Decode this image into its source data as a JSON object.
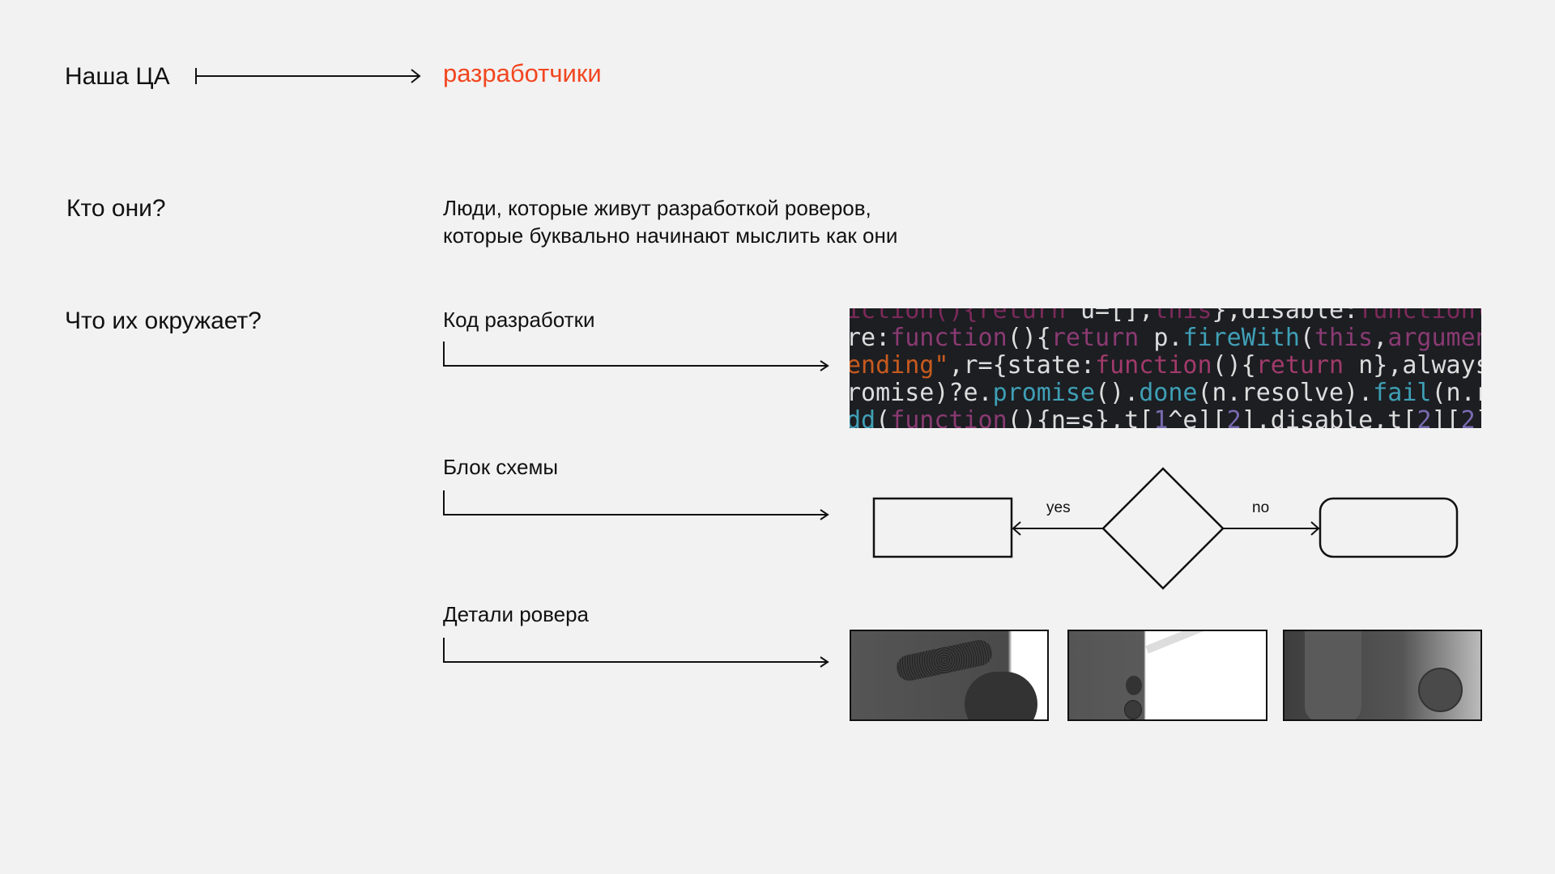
{
  "audience": {
    "label": "Наша ЦА",
    "value": "разработчики",
    "accent_color": "#f2461f"
  },
  "who": {
    "label": "Кто они?",
    "lines": [
      "Люди, которые живут разработкой роверов,",
      "которые буквально начинают мыслить как они"
    ]
  },
  "surround": {
    "label": "Что их окружает?",
    "items": [
      {
        "label": "Код разработки"
      },
      {
        "label": "Блок схемы"
      },
      {
        "label": "Детали ровера"
      }
    ]
  },
  "code_lines": [
    [
      [
        "#7b2a5a",
        "iction(){return "
      ],
      [
        "#ddd",
        "u=[],"
      ],
      [
        "#7b2a5a",
        "this"
      ],
      [
        "#ddd",
        "},disable:"
      ],
      [
        "#7b2a5a",
        "function()"
      ]
    ],
    [
      [
        "#ddd",
        "re:"
      ],
      [
        "#8a3a72",
        "function"
      ],
      [
        "#ddd",
        "(){"
      ],
      [
        "#8a3a72",
        "return "
      ],
      [
        "#ddd",
        "p."
      ],
      [
        "#3f9fb5",
        "fireWith"
      ],
      [
        "#ddd",
        "("
      ],
      [
        "#8a3a72",
        "this"
      ],
      [
        "#ddd",
        ","
      ],
      [
        "#8a3a72",
        "arguments"
      ]
    ],
    [
      [
        "#c85a1e",
        "ending\""
      ],
      [
        "#ddd",
        ",r={state:"
      ],
      [
        "#a03a6a",
        "function"
      ],
      [
        "#ddd",
        "(){"
      ],
      [
        "#a03a6a",
        "return "
      ],
      [
        "#ddd",
        "n},always:"
      ]
    ],
    [
      [
        "#ddd",
        "romise)?e."
      ],
      [
        "#3f9fb5",
        "promise"
      ],
      [
        "#ddd",
        "()."
      ],
      [
        "#3f9fb5",
        "done"
      ],
      [
        "#ddd",
        "(n.resolve)."
      ],
      [
        "#3f9fb5",
        "fail"
      ],
      [
        "#ddd",
        "(n.re"
      ]
    ],
    [
      [
        "#3f9fb5",
        "dd"
      ],
      [
        "#ddd",
        "("
      ],
      [
        "#8a3a72",
        "function"
      ],
      [
        "#ddd",
        "(){n=s},t["
      ],
      [
        "#7a6ab0",
        "1"
      ],
      [
        "#ddd",
        "^e]["
      ],
      [
        "#7a6ab0",
        "2"
      ],
      [
        "#ddd",
        "].disable,t["
      ],
      [
        "#7a6ab0",
        "2"
      ],
      [
        "#ddd",
        "]["
      ],
      [
        "#7a6ab0",
        "2"
      ],
      [
        "#ddd",
        "]."
      ]
    ]
  ],
  "flowchart": {
    "yes": "yes",
    "no": "no"
  }
}
